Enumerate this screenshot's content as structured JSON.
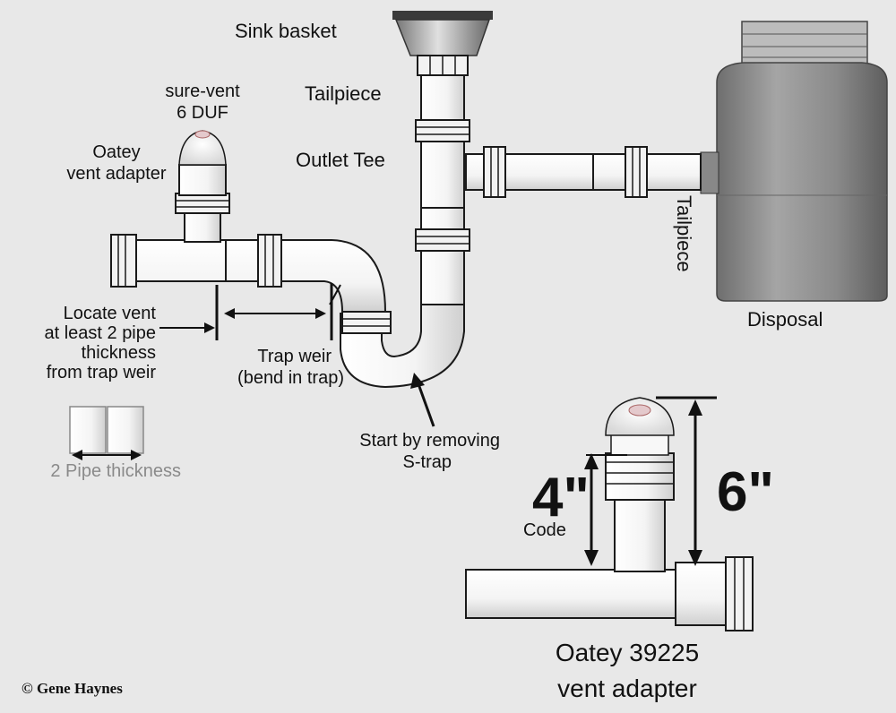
{
  "labels": {
    "sink_basket": "Sink basket",
    "tailpiece_top": "Tailpiece",
    "outlet_tee": "Outlet Tee",
    "sure_vent_line1": "sure-vent",
    "sure_vent_line2": "6 DUF",
    "oatey_line1": "Oatey",
    "oatey_line2": "vent adapter",
    "tailpiece_disposal": "Tailpiece",
    "disposal": "Disposal",
    "locate_line1": "Locate vent",
    "locate_line2": "at least 2 pipe",
    "locate_line3": "thickness",
    "locate_line4": "from trap weir",
    "trap_weir_line1": "Trap weir",
    "trap_weir_line2": "(bend in trap)",
    "start_line1": "Start by removing",
    "start_line2": "S-trap",
    "two_pipe": "2 Pipe thickness",
    "dim_4": "4\"",
    "dim_6": "6\"",
    "code": "Code",
    "adapter_line1": "Oatey 39225",
    "adapter_line2": "vent adapter",
    "credit": "© Gene Haynes"
  },
  "colors": {
    "background": "#e8e8e8",
    "pipe": "#ffffff",
    "disposal_body": "#8c8c8c",
    "label_grey": "#8a8a8a"
  }
}
